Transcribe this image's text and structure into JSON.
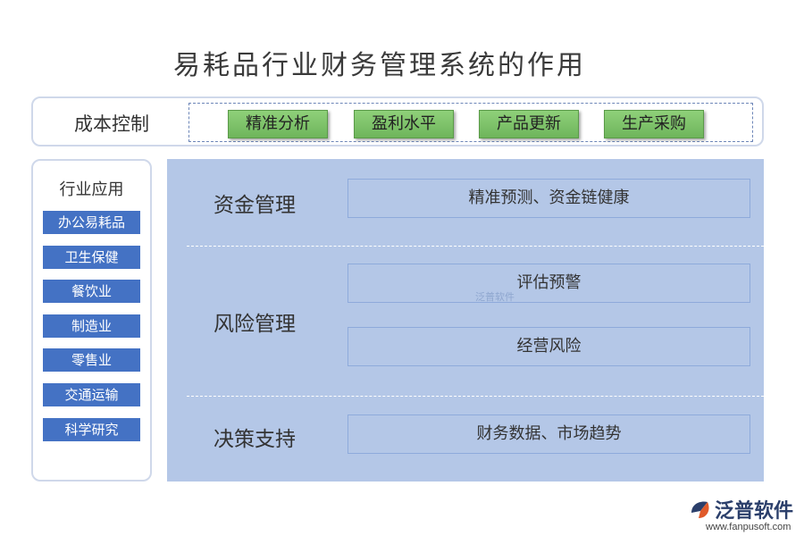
{
  "title": "易耗品行业财务管理系统的作用",
  "cost_control": {
    "label": "成本控制",
    "items": [
      "精准分析",
      "盈利水平",
      "产品更新",
      "生产采购"
    ]
  },
  "industry": {
    "title": "行业应用",
    "items": [
      "办公易耗品",
      "卫生保健",
      "餐饮业",
      "制造业",
      "零售业",
      "交通运输",
      "科学研究"
    ]
  },
  "sections": [
    {
      "label": "资金管理",
      "boxes": [
        "精准预测、资金链健康"
      ]
    },
    {
      "label": "风险管理",
      "boxes": [
        "评估预警",
        "经营风险"
      ]
    },
    {
      "label": "决策支持",
      "boxes": [
        "财务数据、市场趋势"
      ]
    }
  ],
  "watermark": "泛普软件",
  "logo": {
    "name": "泛普软件",
    "url": "www.fanpusoft.com"
  },
  "colors": {
    "industry_blue": "#4472c4",
    "panel_blue": "#b4c7e7",
    "green": "#7ec46a"
  }
}
